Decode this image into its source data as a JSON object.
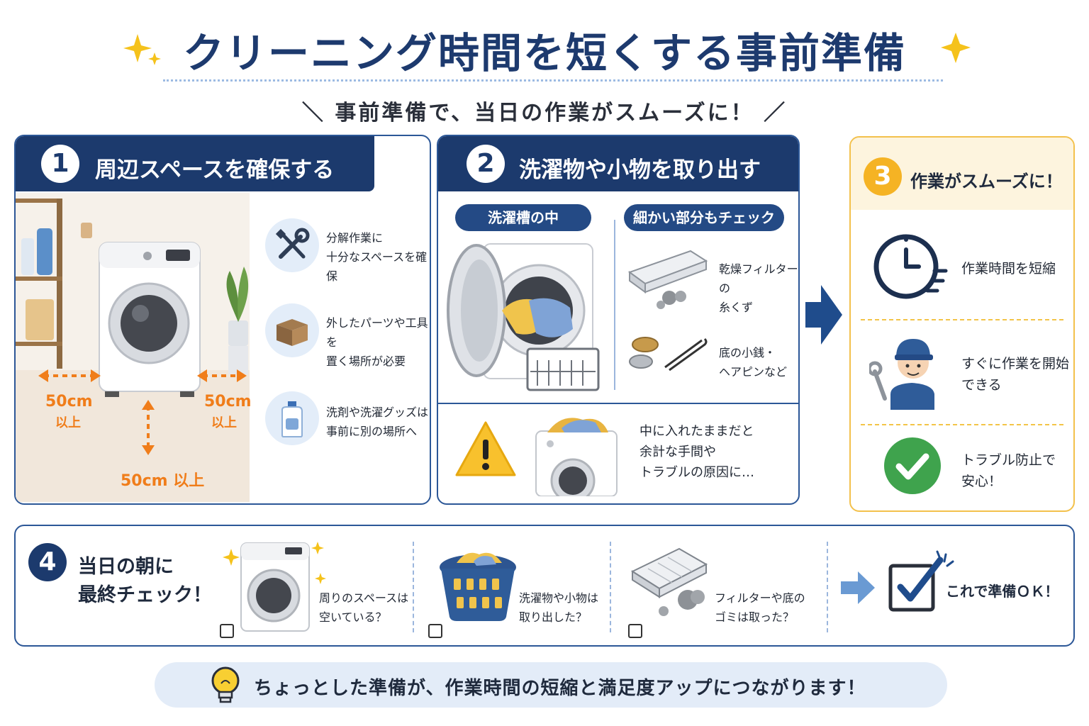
{
  "header": {
    "title": "クリーニング時間を短くする事前準備",
    "subtitle": "＼ 事前準備で、当日の作業がスムーズに！ ／"
  },
  "step1": {
    "number": "1",
    "title": "周辺スペースを確保する",
    "distances": {
      "left_value": "50cm",
      "left_unit": "以上",
      "right_value": "50cm",
      "right_unit": "以上",
      "front": "50cm 以上"
    },
    "tips": [
      {
        "icon": "tools-icon",
        "line1": "分解作業に",
        "line2": "十分なスペースを確保"
      },
      {
        "icon": "box-icon",
        "line1": "外したパーツや工具を",
        "line2": "置く場所が必要"
      },
      {
        "icon": "detergent-bottle-icon",
        "line1": "洗剤や洗濯グッズは",
        "line2": "事前に別の場所へ"
      }
    ]
  },
  "step2": {
    "number": "2",
    "title": "洗濯物や小物を取り出す",
    "pill_left": "洗濯槽の中",
    "pill_right": "細かい部分もチェック",
    "items": [
      {
        "line1": "乾燥フィルターの",
        "line2": "糸くず"
      },
      {
        "line1": "底の小銭・",
        "line2": "ヘアピンなど"
      }
    ],
    "warning": {
      "line1": "中に入れたままだと",
      "line2": "余計な手間や",
      "line3": "トラブルの原因に…"
    }
  },
  "step3": {
    "number": "3",
    "title": "作業がスムーズに！",
    "benefits": [
      {
        "icon": "clock-icon",
        "line1": "作業時間を短縮",
        "line2": ""
      },
      {
        "icon": "worker-icon",
        "line1": "すぐに作業を開始",
        "line2": "できる"
      },
      {
        "icon": "check-circle-icon",
        "line1": "トラブル防止で",
        "line2": "安心！"
      }
    ]
  },
  "step4": {
    "number": "4",
    "title_line1": "当日の朝に",
    "title_line2": "最終チェック！",
    "checks": [
      {
        "line1": "周りのスペースは",
        "line2": "空いている？"
      },
      {
        "line1": "洗濯物や小物は",
        "line2": "取り出した？"
      },
      {
        "line1": "フィルターや底の",
        "line2": "ゴミは取った？"
      }
    ],
    "ok_text": "これで準備ＯＫ！"
  },
  "footer": {
    "text": "ちょっとした準備が、作業時間の短縮と満足度アップにつながります！"
  },
  "colors": {
    "navy": "#1c3a6d",
    "blue": "#244a85",
    "orange": "#f07d1a",
    "yellow": "#f5b324",
    "green": "#3fa34d",
    "light_blue": "#e3edf9"
  }
}
